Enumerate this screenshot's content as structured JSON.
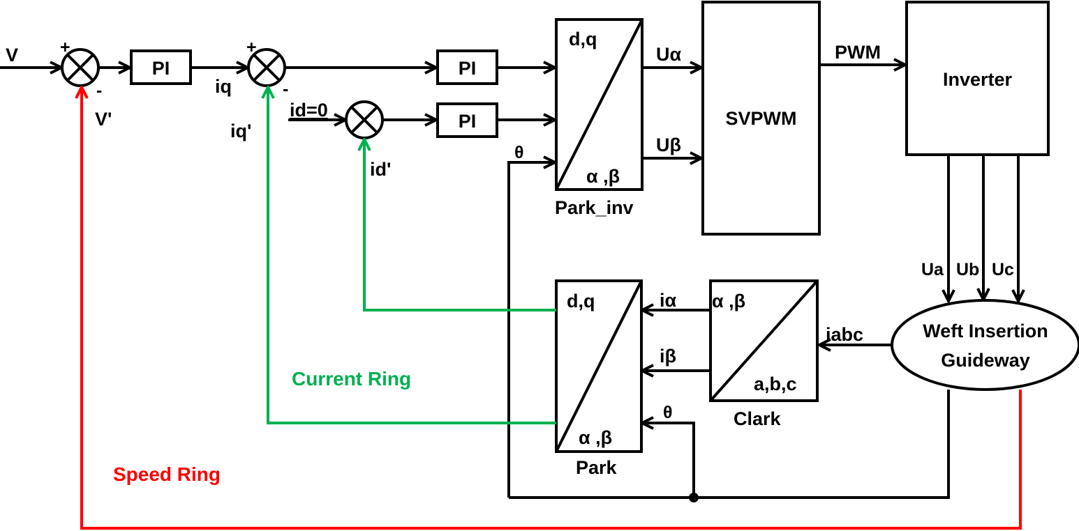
{
  "diagram": {
    "title": "FOC Double Closed-Loop Control Diagram",
    "colors": {
      "line": "#000000",
      "current_ring": "#00b050",
      "speed_ring": "#ff0000"
    },
    "inputs": {
      "speed_ref": "V",
      "speed_feedback": "V'",
      "iq_ref": "iq",
      "iq_feedback": "iq'",
      "id_ref": "id=0",
      "id_feedback": "id'",
      "plus": "+",
      "minus": "-"
    },
    "blocks": {
      "pi_speed": "PI",
      "pi_iq": "PI",
      "pi_id": "PI",
      "park_inv": {
        "top": "d,q",
        "bottom": "α ,β",
        "caption": "Park_inv"
      },
      "svpwm": "SVPWM",
      "inverter": "Inverter",
      "guideway": {
        "line1": "Weft Insertion",
        "line2": "Guideway"
      },
      "clark": {
        "top": "α ,β",
        "bottom": "a,b,c",
        "caption": "Clark"
      },
      "park": {
        "top": "d,q",
        "bottom": "α ,β",
        "caption": "Park"
      }
    },
    "signals": {
      "u_alpha": "Uα",
      "u_beta": "Uβ",
      "pwm": "PWM",
      "ua": "Ua",
      "ub": "Ub",
      "uc": "Uc",
      "i_alpha": "iα",
      "i_beta": "iβ",
      "iabc": "iabc",
      "theta_top": "θ",
      "theta_bottom": "θ"
    },
    "loops": {
      "current_ring": "Current Ring",
      "speed_ring": "Speed Ring"
    }
  }
}
